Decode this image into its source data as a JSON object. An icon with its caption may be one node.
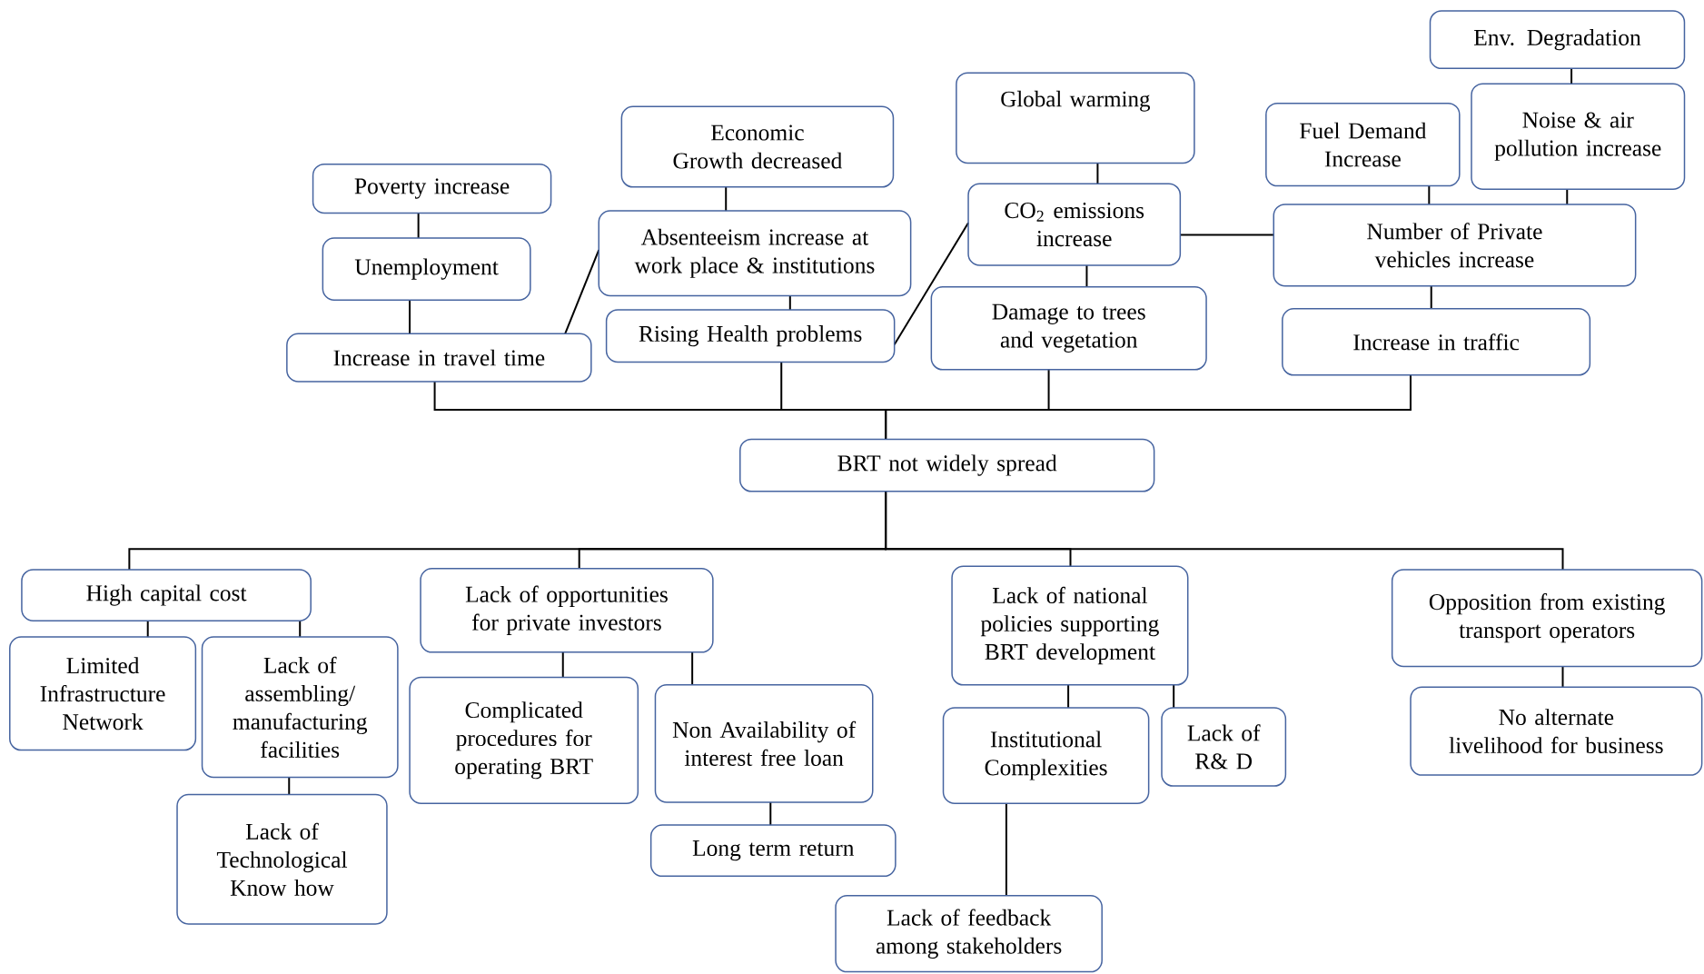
{
  "diagram": {
    "nodes": [
      {
        "text": [
          "Env. Degradation"
        ]
      },
      {
        "text": [
          "Noise & air pollution increase"
        ]
      },
      {
        "text": [
          "Fuel Demand Increase"
        ]
      },
      {
        "text": [
          "Global warming"
        ]
      },
      {
        "text": [
          "Economic Growth decreased"
        ]
      },
      {
        "text": [
          "Poverty increase"
        ]
      },
      {
        "text": [
          "Unemployment"
        ]
      },
      {
        "text": [
          "Absenteeism increase at work place & institutions"
        ]
      },
      {
        "text": [
          "CO$_{2}$ emissions increase"
        ]
      },
      {
        "text": [
          "Number of Private vehicles increase"
        ]
      },
      {
        "text": [
          "Increase in travel time"
        ]
      },
      {
        "text": [
          "Rising Health problems"
        ]
      },
      {
        "text": [
          "Damage to trees and vegetation"
        ]
      },
      {
        "text": [
          "Increase in traffic"
        ]
      },
      {
        "text": [
          "BRT not widely spread"
        ]
      },
      {
        "text": [
          "High capital cost"
        ]
      },
      {
        "text": [
          "Lack of opportunities for private investors"
        ]
      },
      {
        "text": [
          "Lack of national policies supporting BRT development"
        ]
      },
      {
        "text": [
          "Opposition from existing transport operators"
        ]
      },
      {
        "text": [
          "Limited Infrastructure Network"
        ]
      },
      {
        "text": [
          "Lack of assembling/ manufacturing facilities"
        ]
      },
      {
        "text": [
          "Complicated procedures for operating BRT"
        ]
      },
      {
        "text": [
          "Non Availability of interest free loan"
        ]
      },
      {
        "text": [
          "Institutional Complexities"
        ]
      },
      {
        "text": [
          "Lack of R& D"
        ]
      },
      {
        "text": [
          "No alternate livelihood for business"
        ]
      },
      {
        "text": [
          "Lack of Technological Know how"
        ]
      },
      {
        "text": [
          "Long term return"
        ]
      },
      {
        "text": [
          "Lack of feedback among stakeholders"
        ]
      }
    ],
    "edges": [
      {
        "from": 0,
        "to": 1,
        "arrow": "none"
      },
      {
        "from": 1,
        "to": 9,
        "arrow": "none"
      },
      {
        "from": 2,
        "to": 9,
        "arrow": "none"
      },
      {
        "from": 3,
        "to": 8,
        "arrow": "none"
      },
      {
        "from": 8,
        "to": 9,
        "arrow": "none"
      },
      {
        "from": 8,
        "to": 12,
        "arrow": "none"
      },
      {
        "from": 9,
        "to": 13,
        "arrow": "none"
      },
      {
        "from": 4,
        "to": 7,
        "arrow": "none"
      },
      {
        "from": 7,
        "to": 11,
        "arrow": "none"
      },
      {
        "from": 5,
        "to": 6,
        "arrow": "none"
      },
      {
        "from": 6,
        "to": 10,
        "arrow": "none"
      },
      {
        "from": 10,
        "to": 7,
        "arrow": "none"
      },
      {
        "from": 11,
        "to": 8,
        "arrow": "none"
      },
      {
        "from": 10,
        "to": 14,
        "arrow": "none"
      },
      {
        "from": 11,
        "to": 14,
        "arrow": "none"
      },
      {
        "from": 12,
        "to": 14,
        "arrow": "none"
      },
      {
        "from": 13,
        "to": 14,
        "arrow": "none"
      },
      {
        "from": 14,
        "to": 15,
        "arrow": "none"
      },
      {
        "from": 14,
        "to": 16,
        "arrow": "none"
      },
      {
        "from": 14,
        "to": 17,
        "arrow": "none"
      },
      {
        "from": 14,
        "to": 18,
        "arrow": "none"
      },
      {
        "from": 15,
        "to": 19,
        "arrow": "none"
      },
      {
        "from": 15,
        "to": 20,
        "arrow": "none"
      },
      {
        "from": 20,
        "to": 26,
        "arrow": "none"
      },
      {
        "from": 16,
        "to": 21,
        "arrow": "none"
      },
      {
        "from": 16,
        "to": 22,
        "arrow": "none"
      },
      {
        "from": 22,
        "to": 27,
        "arrow": "none"
      },
      {
        "from": 17,
        "to": 23,
        "arrow": "none"
      },
      {
        "from": 17,
        "to": 24,
        "arrow": "none"
      },
      {
        "from": 23,
        "to": 28,
        "arrow": "none"
      },
      {
        "from": 18,
        "to": 25,
        "arrow": "none"
      }
    ]
  }
}
